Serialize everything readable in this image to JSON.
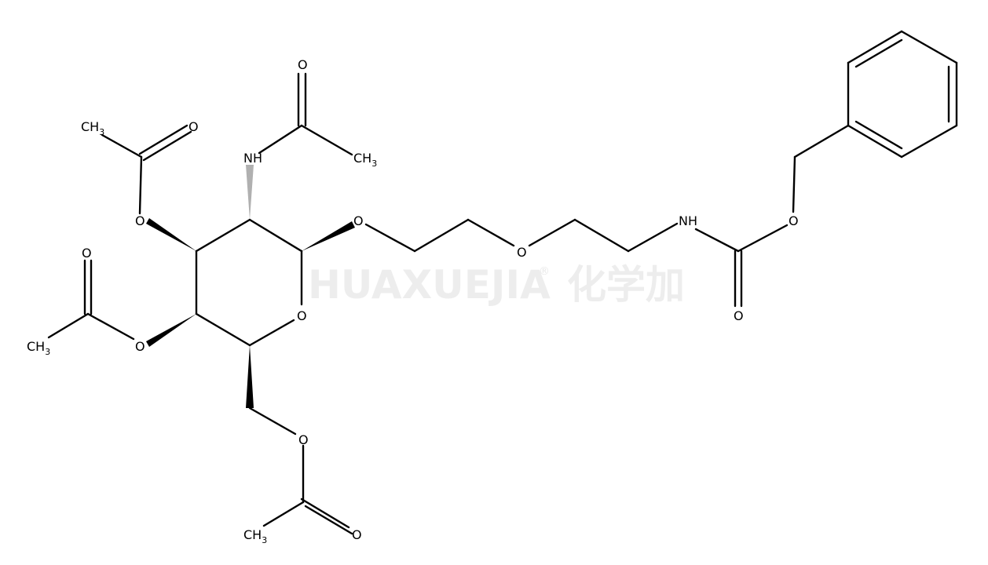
{
  "watermark": {
    "brand": "HUAXUEJIA",
    "reg": "®",
    "cn": "化学加"
  },
  "labels": {
    "nh_top": "NH",
    "nh_right": "NH",
    "o_ring": "O",
    "o_anomeric": "O",
    "o_ether": "O",
    "o_carbamate": "O",
    "o_carbamate_dbl": "O",
    "o_acetamide_dbl": "O",
    "o_ac1_ester": "O",
    "o_ac1_dbl": "O",
    "o_ac2_ester": "O",
    "o_ac2_dbl": "O",
    "o_ac3_ester": "O",
    "o_ac3_dbl": "O",
    "ch3": "CH",
    "sub3": "3"
  }
}
